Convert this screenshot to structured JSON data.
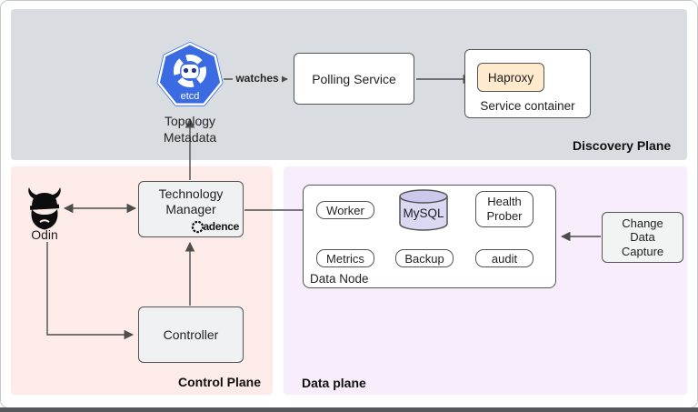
{
  "planes": {
    "discovery": {
      "label": "Discovery Plane"
    },
    "control": {
      "label": "Control Plane"
    },
    "data": {
      "label": "Data plane"
    }
  },
  "nodes": {
    "etcd": {
      "label": "etcd",
      "caption": {
        "line1": "Topology",
        "line2": "Metadata"
      }
    },
    "polling_service": {
      "label": "Polling Service"
    },
    "service_container": {
      "label": "Service container"
    },
    "haproxy": {
      "label": "Haproxy"
    },
    "odin": {
      "label": "Odin"
    },
    "technology_manager": {
      "line1": "Technology",
      "line2": "Manager",
      "logo_text": "adence",
      "logo_name": "Cadence"
    },
    "controller": {
      "label": "Controller"
    },
    "data_node": {
      "label": "Data Node"
    },
    "worker": {
      "label": "Worker"
    },
    "mysql": {
      "label": "MySQL"
    },
    "health_prober": {
      "line1": "Health",
      "line2": "Prober"
    },
    "metrics": {
      "label": "Metrics"
    },
    "backup": {
      "label": "Backup"
    },
    "audit": {
      "label": "audit"
    },
    "change_data_capture": {
      "line1": "Change",
      "line2": "Data",
      "line3": "Capture"
    }
  },
  "edges": {
    "watches_label": "watches"
  },
  "colors": {
    "discovery_bg": "#d9dde2",
    "control_bg": "#fcebe9",
    "data_bg": "#f8edfa",
    "etcd_blue": "#3a6be2",
    "haproxy_fill": "#ffeacd",
    "mysql_fill": "#dbd8f4",
    "gray_box_fill": "#eff1f2",
    "connector": "#4d4d4d"
  }
}
